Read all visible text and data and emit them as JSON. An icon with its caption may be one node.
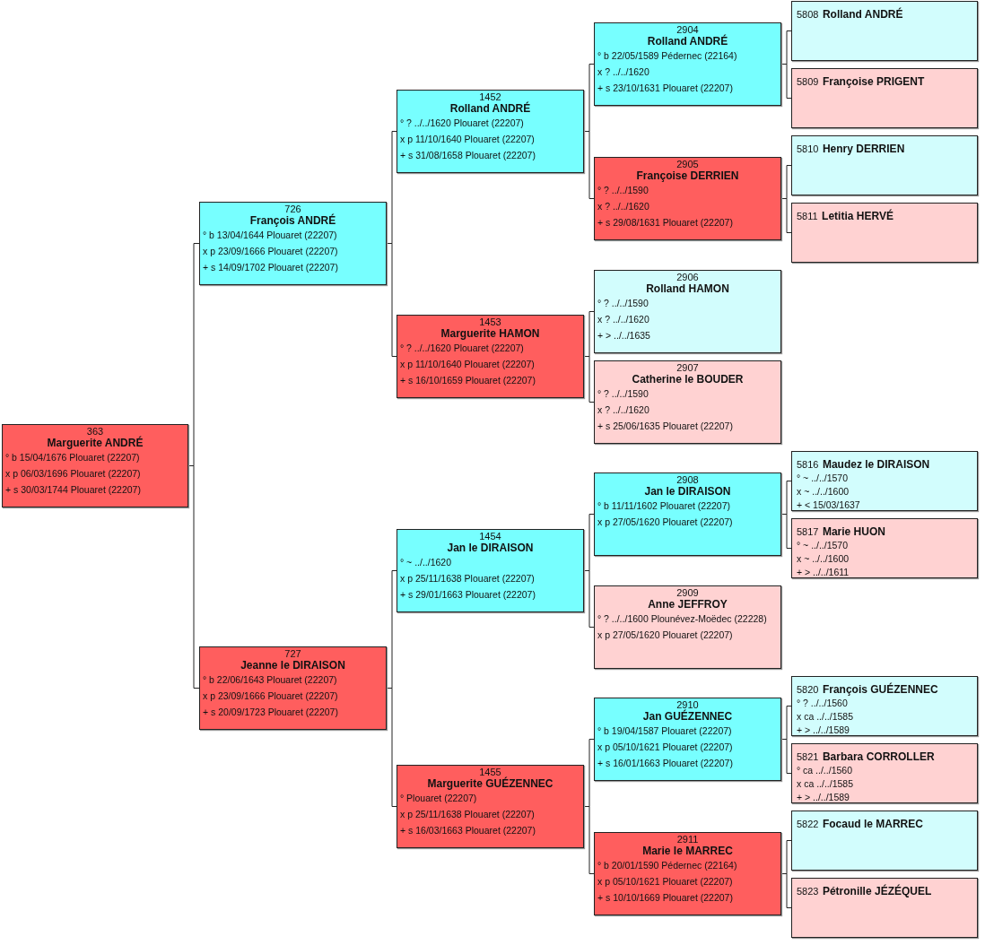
{
  "diagram": {
    "nodes": [
      {
        "text": [
          "363",
          "Marguerite ANDRÉ",
          "° b 15/04/1676 Plouaret (22207)",
          "x p 06/03/1696 Plouaret (22207)",
          "+ s 30/03/1744 Plouaret (22207)"
        ]
      },
      {
        "text": [
          "726",
          "François ANDRÉ",
          "° b 13/04/1644 Plouaret (22207)",
          "x p 23/09/1666 Plouaret (22207)",
          "+ s 14/09/1702 Plouaret (22207)"
        ]
      },
      {
        "text": [
          "727",
          "Jeanne le DIRAISON",
          "° b 22/06/1643 Plouaret (22207)",
          "x p 23/09/1666 Plouaret (22207)",
          "+ s 20/09/1723 Plouaret (22207)"
        ]
      },
      {
        "text": [
          "1452",
          "Rolland ANDRÉ",
          "° ? ../../1620 Plouaret (22207)",
          "x p 11/10/1640 Plouaret (22207)",
          "+ s 31/08/1658 Plouaret (22207)"
        ]
      },
      {
        "text": [
          "1453",
          "Marguerite HAMON",
          "° ? ../../1620 Plouaret (22207)",
          "x p 11/10/1640 Plouaret (22207)",
          "+ s 16/10/1659 Plouaret (22207)"
        ]
      },
      {
        "text": [
          "1454",
          "Jan le DIRAISON",
          "° ~ ../../1620",
          "x p 25/11/1638 Plouaret (22207)",
          "+ s 29/01/1663 Plouaret (22207)"
        ]
      },
      {
        "text": [
          "1455",
          "Marguerite GUÉZENNEC",
          "° Plouaret (22207)",
          "x p 25/11/1638 Plouaret (22207)",
          "+ s 16/03/1663 Plouaret (22207)"
        ]
      },
      {
        "text": [
          "2904",
          "Rolland ANDRÉ",
          "° b 22/05/1589 Pédernec (22164)",
          "x ? ../../1620",
          "+ s 23/10/1631 Plouaret (22207)"
        ]
      },
      {
        "text": [
          "2905",
          "Françoise DERRIEN",
          "° ? ../../1590",
          "x ? ../../1620",
          "+ s 29/08/1631 Plouaret (22207)"
        ]
      },
      {
        "text": [
          "2906",
          "Rolland HAMON",
          "° ? ../../1590",
          "x ? ../../1620",
          "+ > ../../1635"
        ]
      },
      {
        "text": [
          "2907",
          "Catherine le BOUDER",
          "° ? ../../1590",
          "x ? ../../1620",
          "+ s 25/06/1635 Plouaret (22207)"
        ]
      },
      {
        "text": [
          "2908",
          "Jan le DIRAISON",
          "° b 11/11/1602 Plouaret (22207)",
          "x p 27/05/1620 Plouaret (22207)"
        ]
      },
      {
        "text": [
          "2909",
          "Anne JEFFROY",
          "° ? ../../1600 Plounévez-Moëdec (22228)",
          "x p 27/05/1620 Plouaret (22207)"
        ]
      },
      {
        "text": [
          "2910",
          "Jan GUÉZENNEC",
          "° b 19/04/1587 Plouaret (22207)",
          "x p 05/10/1621 Plouaret (22207)",
          "+ s 16/01/1663 Plouaret (22207)"
        ]
      },
      {
        "text": [
          "2911",
          "Marie le MARREC",
          "° b 20/01/1590 Pédernec (22164)",
          "x p 05/10/1621 Plouaret (22207)",
          "+ s 10/10/1669 Plouaret (22207)"
        ]
      },
      {
        "text": [
          "5808",
          "Rolland ANDRÉ"
        ]
      },
      {
        "text": [
          "5809",
          "Françoise PRIGENT"
        ]
      },
      {
        "text": [
          "5810",
          "Henry DERRIEN"
        ]
      },
      {
        "text": [
          "5811",
          "Letitia HERVÉ"
        ]
      },
      {
        "text": [
          "5816",
          "Maudez le DIRAISON",
          "° ~ ../../1570",
          "x ~ ../../1600",
          "+ < 15/03/1637"
        ]
      },
      {
        "text": [
          "5817",
          "Marie HUON",
          "° ~ ../../1570",
          "x ~ ../../1600",
          "+ > ../../1611"
        ]
      },
      {
        "text": [
          "5820",
          "François GUÉZENNEC",
          "° ? ../../1560",
          "x ca ../../1585",
          "+ > ../../1589"
        ]
      },
      {
        "text": [
          "5821",
          "Barbara CORROLLER",
          "° ca ../../1560",
          "x ca ../../1585",
          "+ > ../../1589"
        ]
      },
      {
        "text": [
          "5822",
          "Focaud le MARREC"
        ]
      },
      {
        "text": [
          "5823",
          "Pétronille JÉZÉQUEL"
        ]
      }
    ],
    "edges": [
      {
        "from": 0,
        "to": 1,
        "arrow": "none"
      },
      {
        "from": 0,
        "to": 2,
        "arrow": "none"
      },
      {
        "from": 1,
        "to": 3,
        "arrow": "none"
      },
      {
        "from": 1,
        "to": 4,
        "arrow": "none"
      },
      {
        "from": 2,
        "to": 5,
        "arrow": "none"
      },
      {
        "from": 2,
        "to": 6,
        "arrow": "none"
      },
      {
        "from": 3,
        "to": 7,
        "arrow": "none"
      },
      {
        "from": 3,
        "to": 8,
        "arrow": "none"
      },
      {
        "from": 4,
        "to": 9,
        "arrow": "none"
      },
      {
        "from": 4,
        "to": 10,
        "arrow": "none"
      },
      {
        "from": 5,
        "to": 11,
        "arrow": "none"
      },
      {
        "from": 5,
        "to": 12,
        "arrow": "none"
      },
      {
        "from": 6,
        "to": 13,
        "arrow": "none"
      },
      {
        "from": 6,
        "to": 14,
        "arrow": "none"
      },
      {
        "from": 7,
        "to": 15,
        "arrow": "none"
      },
      {
        "from": 7,
        "to": 16,
        "arrow": "none"
      },
      {
        "from": 8,
        "to": 17,
        "arrow": "none"
      },
      {
        "from": 8,
        "to": 18,
        "arrow": "none"
      },
      {
        "from": 11,
        "to": 19,
        "arrow": "none"
      },
      {
        "from": 11,
        "to": 20,
        "arrow": "none"
      },
      {
        "from": 13,
        "to": 21,
        "arrow": "none"
      },
      {
        "from": 13,
        "to": 22,
        "arrow": "none"
      },
      {
        "from": 14,
        "to": 23,
        "arrow": "none"
      },
      {
        "from": 14,
        "to": 24,
        "arrow": "none"
      }
    ]
  }
}
